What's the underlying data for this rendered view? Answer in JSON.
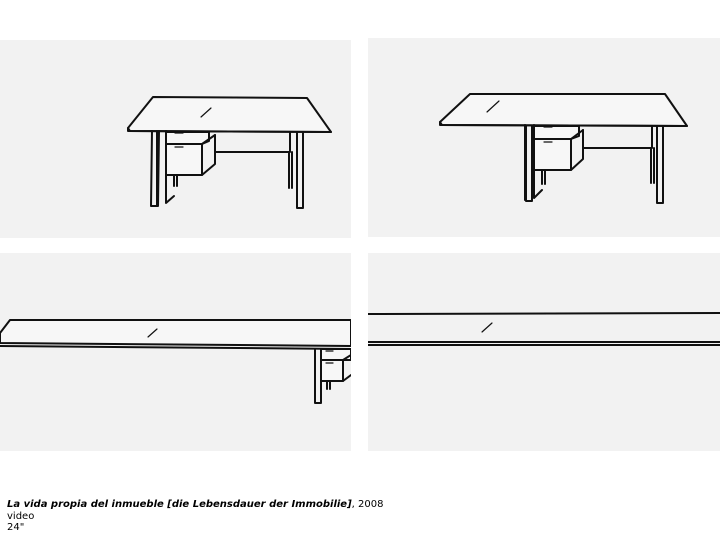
{
  "frames": [
    {
      "name": "frame-1"
    },
    {
      "name": "frame-2"
    },
    {
      "name": "frame-3"
    },
    {
      "name": "frame-4"
    }
  ],
  "caption": {
    "title": "La vida propia del inmueble [die Lebensdauer der Immobilie]",
    "year": ", 2008",
    "medium": "video",
    "duration": "24\""
  }
}
